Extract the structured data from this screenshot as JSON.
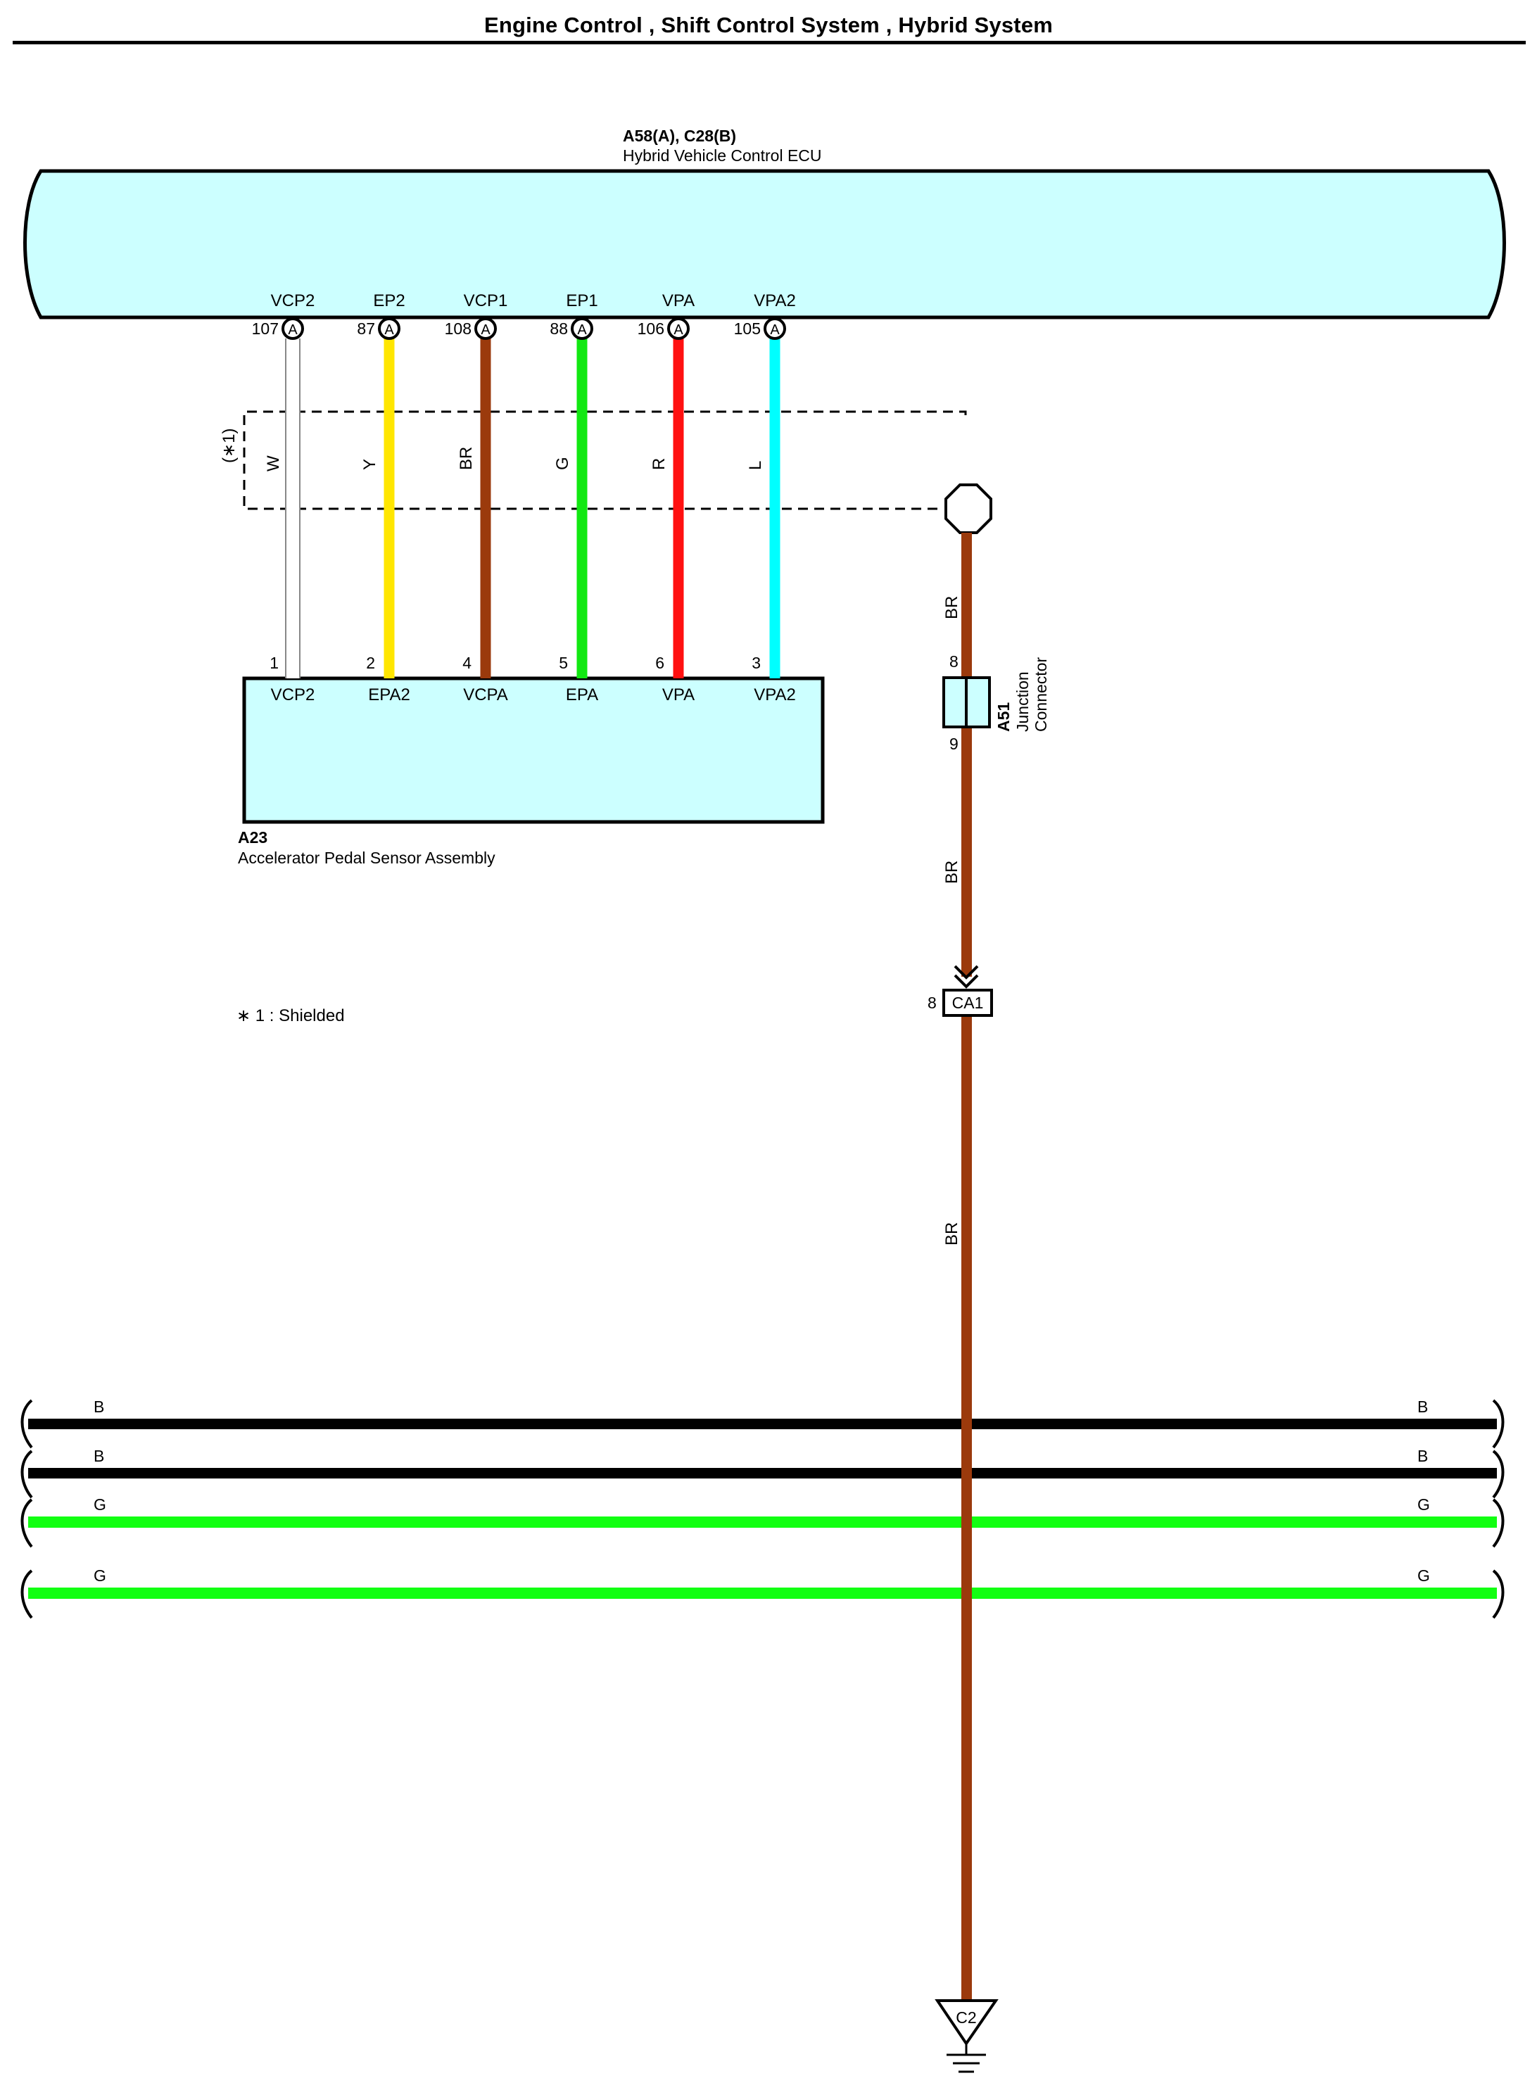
{
  "header": {
    "title": "Engine Control , Shift Control System , Hybrid System"
  },
  "ecu": {
    "code": "A58(A), C28(B)",
    "name": "Hybrid Vehicle Control ECU"
  },
  "ecu_terminals": [
    {
      "name": "VCP2",
      "pin": "107",
      "conn": "A",
      "wire": "W",
      "color": "#ffffff"
    },
    {
      "name": "EP2",
      "pin": "87",
      "conn": "A",
      "wire": "Y",
      "color": "#ffe600"
    },
    {
      "name": "VCP1",
      "pin": "108",
      "conn": "A",
      "wire": "BR",
      "color": "#9b3a0c"
    },
    {
      "name": "EP1",
      "pin": "88",
      "conn": "A",
      "wire": "G",
      "color": "#12e812"
    },
    {
      "name": "VPA",
      "pin": "106",
      "conn": "A",
      "wire": "R",
      "color": "#ff1010"
    },
    {
      "name": "VPA2",
      "pin": "105",
      "conn": "A",
      "wire": "L",
      "color": "#00ffff"
    }
  ],
  "shield_label": "(∗1)",
  "sensor": {
    "code": "A23",
    "name": "Accelerator Pedal Sensor Assembly",
    "terminals": [
      {
        "pin": "1",
        "name": "VCP2"
      },
      {
        "pin": "2",
        "name": "EPA2"
      },
      {
        "pin": "4",
        "name": "VCPA"
      },
      {
        "pin": "5",
        "name": "EPA"
      },
      {
        "pin": "6",
        "name": "VPA"
      },
      {
        "pin": "3",
        "name": "VPA2"
      }
    ]
  },
  "footnote": "∗ 1 : Shielded",
  "ground_run": {
    "wire_upper": "BR",
    "wire_middle": "BR",
    "wire_lower": "BR",
    "color": "#9b3a0c",
    "junction": {
      "code": "A51",
      "line1": "Junction",
      "line2": "Connector",
      "pin_in": "8",
      "pin_out": "9"
    },
    "inline_connector": {
      "code": "CA1",
      "pin": "8"
    },
    "ground_point": "C2"
  },
  "bus_wires": [
    {
      "left": "B",
      "right": "B",
      "color": "#000000"
    },
    {
      "left": "B",
      "right": "B",
      "color": "#000000"
    },
    {
      "left": "G",
      "right": "G",
      "color": "#12ff12"
    },
    {
      "left": "G",
      "right": "G",
      "color": "#12ff12"
    }
  ],
  "colors": {
    "box_fill": "#ccffff",
    "brown": "#9b3a0c"
  }
}
